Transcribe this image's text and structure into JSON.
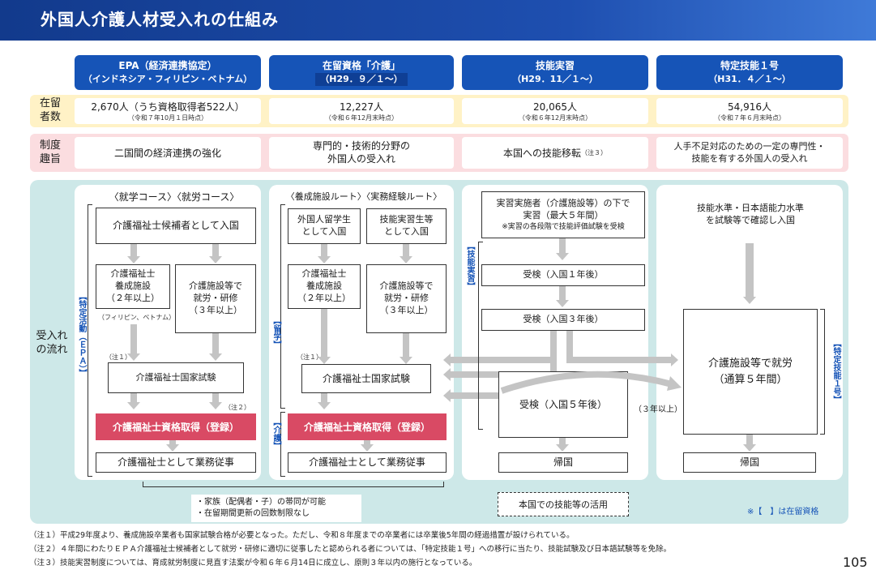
{
  "title": "外国人介護人材受入れの仕組み",
  "columns": [
    {
      "line1": "EPA（経済連携協定）",
      "line2": "（インドネシア・フィリピン・ベトナム）"
    },
    {
      "line1": "在留資格「介護」",
      "line2": "（H29．９／１～）"
    },
    {
      "line1": "技能実習",
      "line2": "（H29．11／１～）"
    },
    {
      "line1": "特定技能１号",
      "line2": "（H31．４／１～）"
    }
  ],
  "row1": {
    "label_a": "在留",
    "label_b": "者数",
    "cells": [
      {
        "main": "2,670人（うち資格取得者522人）",
        "sub": "（令和７年10月１日時点）"
      },
      {
        "main": "12,227人",
        "sub": "（令和６年12月末時点）"
      },
      {
        "main": "20,065人",
        "sub": "（令和６年12月末時点）"
      },
      {
        "main": "54,916人",
        "sub": "（令和７年６月末時点）"
      }
    ]
  },
  "row2": {
    "label_a": "制度",
    "label_b": "趣旨",
    "cells": [
      {
        "a": "二国間の経済連携の強化",
        "b": ""
      },
      {
        "a": "専門的・技術的分野の",
        "b": "外国人の受入れ"
      },
      {
        "a": "本国への技能移転",
        "b": "（注３）"
      },
      {
        "a": "人手不足対応のための一定の専門性・",
        "b": "技能を有する外国人の受入れ"
      }
    ]
  },
  "flow_label_a": "受入れ",
  "flow_label_b": "の流れ",
  "epa": {
    "course": "〈就学コース〉〈就労コース〉",
    "entry": "介護福祉士候補者として入国",
    "school": [
      "介護福祉士",
      "養成施設",
      "（２年以上）"
    ],
    "work": [
      "介護施設等で",
      "就労・研修",
      "（３年以上）"
    ],
    "countries": "（フィリピン、ベトナム）",
    "note1": "（注１）",
    "exam": "介護福祉士国家試験",
    "note2": "（注２）",
    "qualify": "介護福祉士資格取得（登録）",
    "job": "介護福祉士として業務従事",
    "vlabel": "【特定活動（ＥＰＡ）】"
  },
  "kaigo": {
    "route": "〈養成施設ルート〉〈実務経験ルート〉",
    "student": [
      "外国人留学生",
      "として入国"
    ],
    "trainee": [
      "技能実習生等",
      "として入国"
    ],
    "school": [
      "介護福祉士",
      "養成施設",
      "（２年以上）"
    ],
    "work": [
      "介護施設等で",
      "就労・研修",
      "（３年以上）"
    ],
    "note1": "（注１）",
    "exam": "介護福祉士国家試験",
    "qualify": "介護福祉士資格取得（登録）",
    "job": "介護福祉士として業務従事",
    "vlabel_study": "【留学】",
    "vlabel_care": "【介護】"
  },
  "tech": {
    "top": [
      "実習実施者（介護施設等）の下で",
      "実習（最大５年間）",
      "※実習の各段階で技能評価試験を受検"
    ],
    "exam1": "受検（入国１年後）",
    "exam3": "受検（入国３年後）",
    "exam5": "受検（入国５年後）",
    "home": "帰国",
    "vlabel": "【技能実習】",
    "over3": "（３年以上）"
  },
  "ssw": {
    "top": [
      "技能水準・日本語能力水準",
      "を試験等で確認し入国"
    ],
    "work": [
      "介護施設等で就労",
      "（通算５年間）"
    ],
    "home": "帰国",
    "vlabel": "【特定技能１号】"
  },
  "family": [
    "・家族（配偶者・子）の帯同が可能",
    "・在留期間更新の回数制限なし"
  ],
  "skills_use": "本国での技能等の活用",
  "legend": "※【　】は在留資格",
  "notes": [
    "（注１）平成29年度より、養成施設卒業者も国家試験合格が必要となった。ただし、令和８年度までの卒業者には卒業後5年間の経過措置が設けられている。",
    "（注２）４年間にわたりＥＰＡ介護福祉士候補者として就労・研修に適切に従事したと認められる者については、「特定技能１号」への移行に当たり、技能試験及び日本語試験等を免除。",
    "（注３）技能実習制度については、育成就労制度に見直す法案が令和６年６月14日に成立し、原則３年以内の施行となっている。"
  ],
  "page": "105",
  "colors": {
    "brand": "#1654b7",
    "pink": "#d94a64",
    "teal": "#cde8e8",
    "yellow": "#fff2c6",
    "rose": "#fbdde0"
  }
}
